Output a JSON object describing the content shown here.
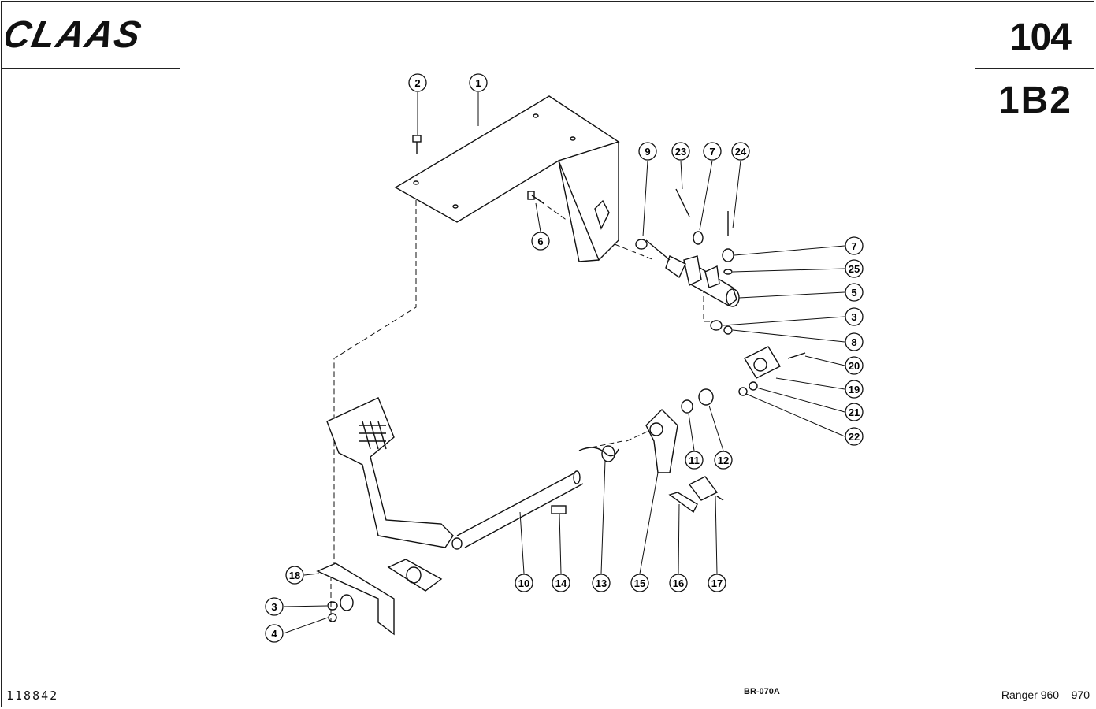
{
  "brand": "CLAAS",
  "page_number": "104",
  "group_code": "1B2",
  "document_number": "118842",
  "reference_code": "BR-070A",
  "model": "Ranger 960 – 970",
  "callouts": [
    "1",
    "2",
    "9",
    "23",
    "7",
    "24",
    "6",
    "7",
    "25",
    "5",
    "3",
    "8",
    "20",
    "19",
    "21",
    "22",
    "12",
    "11",
    "10",
    "14",
    "13",
    "15",
    "16",
    "17",
    "18",
    "3",
    "4"
  ]
}
